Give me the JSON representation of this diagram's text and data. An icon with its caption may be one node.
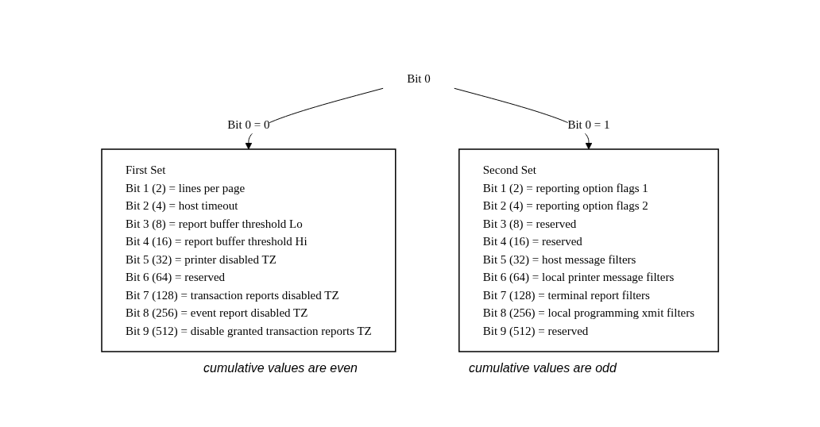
{
  "diagram": {
    "nodes": [
      {
        "text": [
          "Bit 0"
        ]
      },
      {
        "text": [
          "First Set",
          "Bit 1 (2) = lines per page",
          "Bit 2 (4) = host timeout",
          "Bit 3 (8) = report buffer threshold Lo",
          "Bit 4 (16) = report buffer threshold Hi",
          "Bit 5 (32) = printer disabled TZ",
          "Bit 6 (64) = reserved",
          "Bit 7 (128) = transaction reports disabled TZ",
          "Bit 8 (256) = event report disabled TZ",
          "Bit 9 (512) = disable granted transaction reports TZ"
        ],
        "beside": [
          "cumulative values are even"
        ]
      },
      {
        "text": [
          "Second Set",
          "Bit 1 (2) = reporting option flags 1",
          "Bit 2 (4) = reporting option flags 2",
          "Bit 3 (8) = reserved",
          "Bit 4 (16) = reserved",
          "Bit 5 (32) = host message filters",
          "Bit 6 (64) = local printer message filters",
          "Bit 7 (128) = terminal report filters",
          "Bit 8 (256) = local programming xmit filters",
          "Bit 9 (512) = reserved"
        ],
        "beside": [
          "cumulative values are odd"
        ]
      }
    ],
    "edges": [
      {
        "from": 0,
        "to": 1,
        "arrow": "to",
        "label": "Bit 0 = 0"
      },
      {
        "from": 0,
        "to": 2,
        "arrow": "to",
        "label": "Bit 0 = 1"
      }
    ]
  }
}
